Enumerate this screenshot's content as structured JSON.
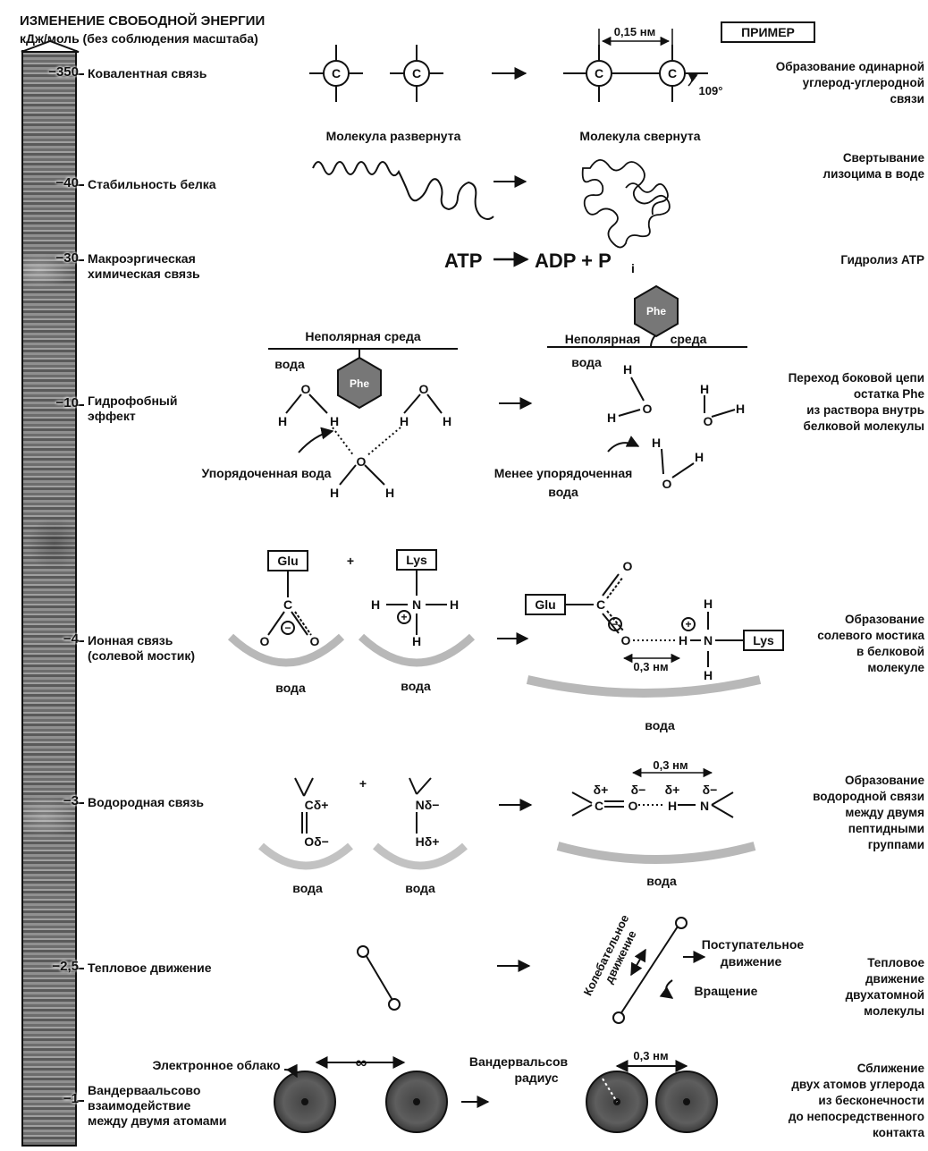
{
  "header": {
    "line1": "ИЗМЕНЕНИЕ СВОБОДНОЙ ЭНЕРГИИ",
    "line2": "кДж/моль (без соблюдения масштаба)",
    "example_box": "ПРИМЕР"
  },
  "levels": [
    {
      "value": "−350",
      "label": "Ковалентная связь"
    },
    {
      "value": "−40",
      "label": "Стабильность белка"
    },
    {
      "value": "−30",
      "label": "Макроэргическая\nхимическая связь"
    },
    {
      "value": "−10",
      "label": "Гидрофобный\nэффект"
    },
    {
      "value": "−4",
      "label": "Ионная связь\n(солевой мостик)"
    },
    {
      "value": "−3",
      "label": "Водородная связь"
    },
    {
      "value": "−2,5",
      "label": "Тепловое движение"
    },
    {
      "value": "−1",
      "label": "Вандерваальсово\nвзаимодействие\nмежду двумя атомами"
    }
  ],
  "examples": [
    "Образование одинарной\nуглерод-углеродной\nсвязи",
    "Свертывание\nлизоцима в воде",
    "Гидролиз ATP",
    "Переход боковой цепи\nостатка Phe\nиз раствора внутрь\nбелковой молекулы",
    "Образование\nсолевого мостика\nв белковой\nмолекуле",
    "Образование\nводородной связи\nмежду двумя\nпептидными\nгруппами",
    "Тепловое\nдвижение\nдвухатомной\nмолекулы",
    "Сближение\nдвух атомов углерода\nиз бесконечности\nдо непосредственного\nконтакта"
  ],
  "labels": {
    "carbon": "C",
    "bond_length": "0,15 нм",
    "angle": "109°",
    "unfolded": "Молекула развернута",
    "folded": "Молекула свернута",
    "atp_left": "ATP",
    "atp_right": "ADP + P",
    "atp_sub": "i",
    "nonpolar_env": "Неполярная среда",
    "nonpolar_a": "Неполярная",
    "nonpolar_b": "среда",
    "water": "вода",
    "phe": "Phe",
    "ordered_water": "Упорядоченная вода",
    "less_ordered_1": "Менее упорядоченная",
    "less_ordered_2": "вода",
    "glu": "Glu",
    "lys": "Lys",
    "plus": "+",
    "dist_03": "0,3 нм",
    "vib_1": "Колебательное",
    "vib_2": "движение",
    "transl_1": "Поступательное",
    "transl_2": "движение",
    "rotation": "Вращение",
    "electron_cloud": "Электронное облако",
    "infinity": "∞",
    "vdw_1": "Вандервальсов",
    "vdw_2": "радиус"
  }
}
